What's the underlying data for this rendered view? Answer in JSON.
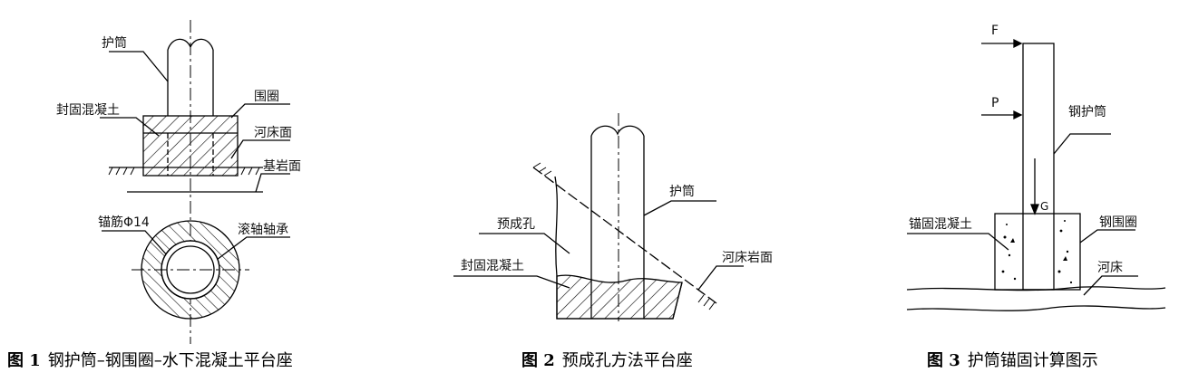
{
  "figure1": {
    "caption_num": "图 1",
    "caption_text": "钢护筒–钢围圈–水下混凝土平台座",
    "labels": {
      "casing": "护筒",
      "seal_concrete": "封固混凝土",
      "ring": "围圈",
      "riverbed": "河床面",
      "bedrock": "基岩面",
      "anchor_bar": "锚筋Φ14",
      "roller_bearing": "滚轴轴承"
    }
  },
  "figure2": {
    "caption_num": "图 2",
    "caption_text": "预成孔方法平台座",
    "labels": {
      "casing": "护筒",
      "prebore": "预成孔",
      "seal_concrete": "封固混凝土",
      "riverbed_rock": "河床岩面"
    }
  },
  "figure3": {
    "caption_num": "图 3",
    "caption_text": "护筒锚固计算图示",
    "labels": {
      "force_f": "F",
      "force_p": "P",
      "weight_g": "G",
      "steel_casing": "钢护筒",
      "anchor_concrete": "锚固混凝土",
      "steel_ring": "钢围圈",
      "riverbed": "河床"
    }
  }
}
